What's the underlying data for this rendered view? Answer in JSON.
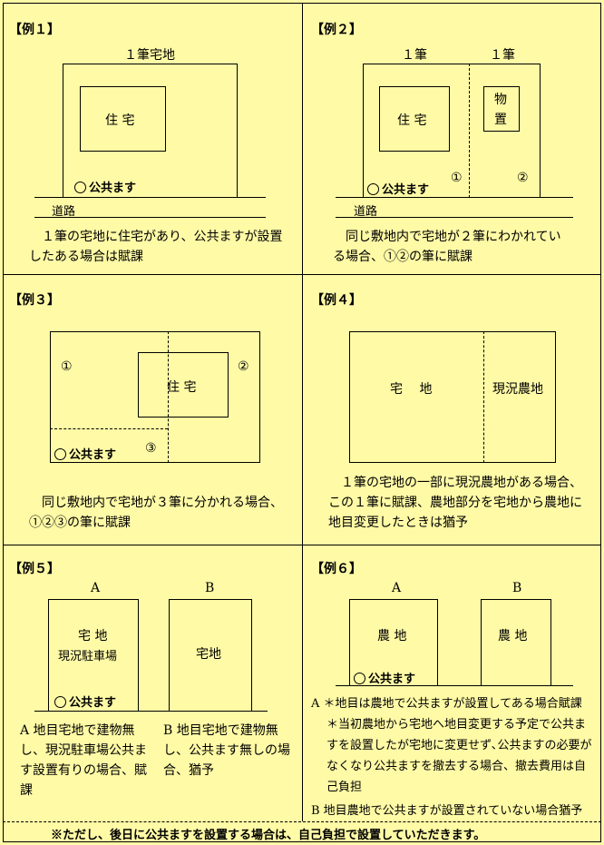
{
  "ex1": {
    "title": "【例１】",
    "parcel_label": "１筆宅地",
    "house": "住 宅",
    "masu": "公共ます",
    "road": "道路",
    "caption": "　１筆の宅地に住宅があり、公共ますが設置したある場合は賦課"
  },
  "ex2": {
    "title": "【例２】",
    "parcel1": "１筆",
    "parcel2": "１筆",
    "house": "住 宅",
    "shed": "物\n置",
    "m1": "①",
    "m2": "②",
    "masu": "公共ます",
    "road": "道路",
    "caption": "　同じ敷地内で宅地が２筆にわかれている場合、①②の筆に賦課"
  },
  "ex3": {
    "title": "【例３】",
    "m1": "①",
    "m2": "②",
    "m3": "③",
    "house": "住 宅",
    "masu": "公共ます",
    "caption": "　同じ敷地内で宅地が３筆に分かれる場合、①②③の筆に賦課"
  },
  "ex4": {
    "title": "【例４】",
    "left": "宅　 地",
    "right": "現況農地",
    "caption": "　１筆の宅地の一部に現況農地がある場合、この１筆に賦課、農地部分を宅地から農地に地目変更したときは猶予"
  },
  "ex5": {
    "title": "【例５】",
    "label_a": "A",
    "label_b": "B",
    "a_main": "宅 地",
    "a_sub": "現況駐車場",
    "b_main": "宅地",
    "masu": "公共ます",
    "caption_a": "A 地目宅地で建物無し、現況駐車場公共ます設置有りの場合、賦課",
    "caption_b": "B 地目宅地で建物無し、公共ます無しの場合、猶予"
  },
  "ex6": {
    "title": "【例６】",
    "label_a": "A",
    "label_b": "B",
    "a_main": "農 地",
    "b_main": "農 地",
    "masu": "公共ます",
    "note1": "A ＊地目は農地で公共ますが設置してある場合賦課",
    "note2": "＊当初農地から宅地へ地目変更する予定で公共ますを設置したが宅地に変更せず､公共ますの必要がなくなり公共ますを撤去する場合、撤去費用は自己負担",
    "note3": "B 地目農地で公共ますが設置されていない場合猶予"
  },
  "footer": "※ただし、後日に公共ますを設置する場合は、自己負担で設置していただきます。"
}
